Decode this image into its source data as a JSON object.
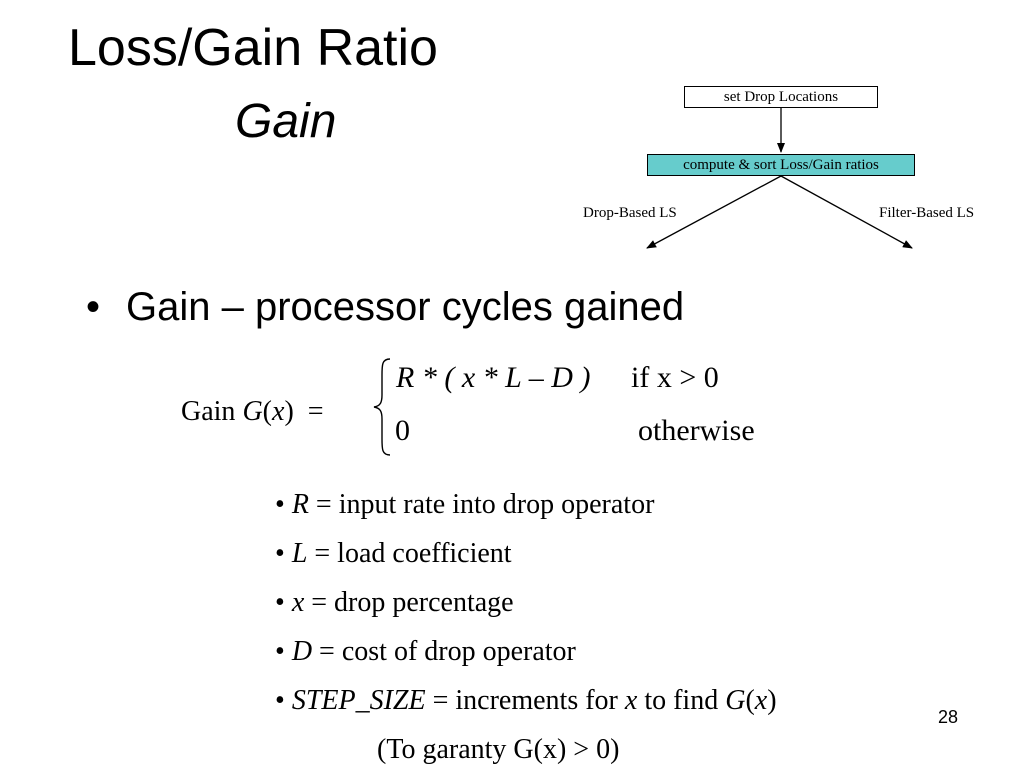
{
  "title": {
    "line1": "Loss/Gain Ratio",
    "line2": "Gain"
  },
  "flowchart": {
    "box_top": "set Drop Locations",
    "box_middle": "compute & sort Loss/Gain ratios",
    "branch_left": "Drop-Based LS",
    "branch_right": "Filter-Based LS",
    "highlight_color": "#66cccc"
  },
  "bullet": {
    "marker": "•",
    "text": "Gain – processor cycles gained"
  },
  "equation": {
    "lhs_prefix": "Gain ",
    "lhs_func": "G",
    "lhs_open": "(",
    "lhs_var": "x",
    "lhs_close": ")",
    "lhs_equals": "=",
    "case1_expr": "R * ( x * L – D )",
    "case1_cond": "if  x > 0",
    "case2_expr": "0",
    "case2_cond": "otherwise"
  },
  "definitions": [
    {
      "marker": "•",
      "symbol": "R",
      "text": " = input rate into drop operator"
    },
    {
      "marker": "•",
      "symbol": "L",
      "text": " = load coefficient"
    },
    {
      "marker": "•",
      "symbol": "x",
      "text": " = drop percentage"
    },
    {
      "marker": "•",
      "symbol": "D",
      "text": " = cost of drop operator"
    },
    {
      "marker": "•",
      "symbol": "STEP_SIZE",
      "text": " = increments for ",
      "symbol2": "x",
      "text2": " to find ",
      "symbol3": "G",
      "text3": "(",
      "symbol4": "x",
      "text4": ")"
    }
  ],
  "note": "(To garanty G(x) > 0)",
  "page_number": "28"
}
